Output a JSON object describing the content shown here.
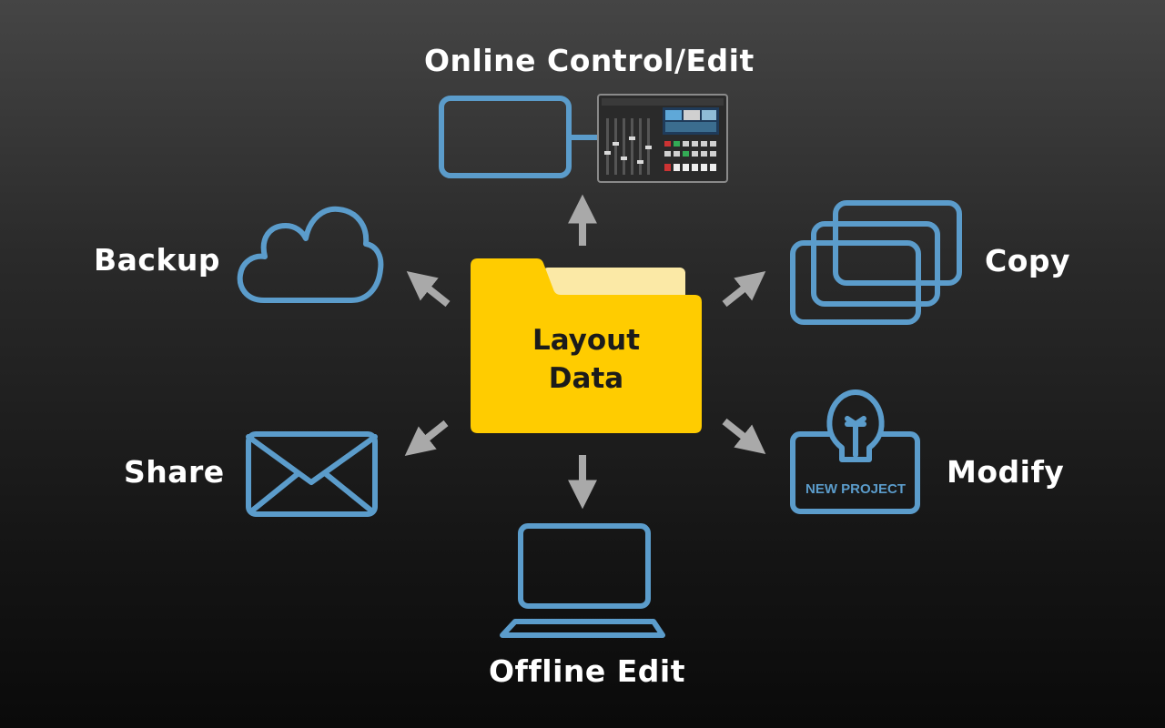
{
  "center": {
    "line1": "Layout",
    "line2": "Data"
  },
  "nodes": {
    "online": "Online Control/Edit",
    "backup": "Backup",
    "copy": "Copy",
    "share": "Share",
    "modify": "Modify",
    "offline": "Offline Edit"
  },
  "modify_badge": "NEW PROJECT",
  "colors": {
    "icon_stroke": "#5b9ccb",
    "folder": "#ffcc00",
    "folder_back": "#fbe9a6",
    "arrow": "#a9a9a9",
    "label": "#ffffff"
  }
}
